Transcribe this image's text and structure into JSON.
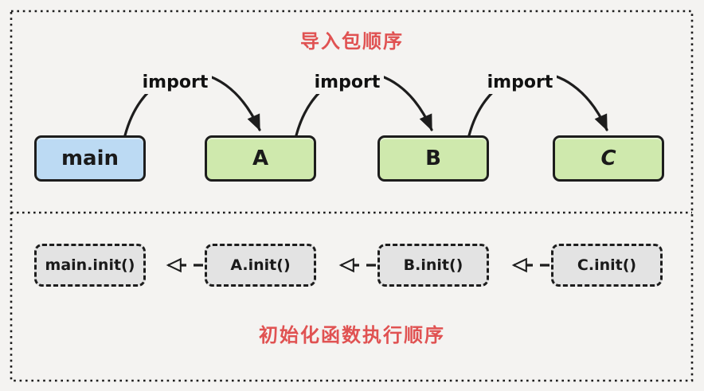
{
  "colors": {
    "canvas_bg": "#f4f3f1",
    "line": "#1d1d1d",
    "title_red": "#e05252",
    "main_box_fill": "#bcdaf3",
    "package_box_fill": "#cfe9ad",
    "init_box_fill": "#e3e3e3"
  },
  "import_section": {
    "title": "导入包顺序",
    "boxes": [
      {
        "label": "main"
      },
      {
        "label": "A"
      },
      {
        "label": "B"
      },
      {
        "label": "C"
      }
    ],
    "import_labels": [
      "import",
      "import",
      "import"
    ]
  },
  "init_section": {
    "title": "初始化函数执行顺序",
    "boxes": [
      {
        "label": "main.init()"
      },
      {
        "label": "A.init()"
      },
      {
        "label": "B.init()"
      },
      {
        "label": "C.init()"
      }
    ]
  }
}
